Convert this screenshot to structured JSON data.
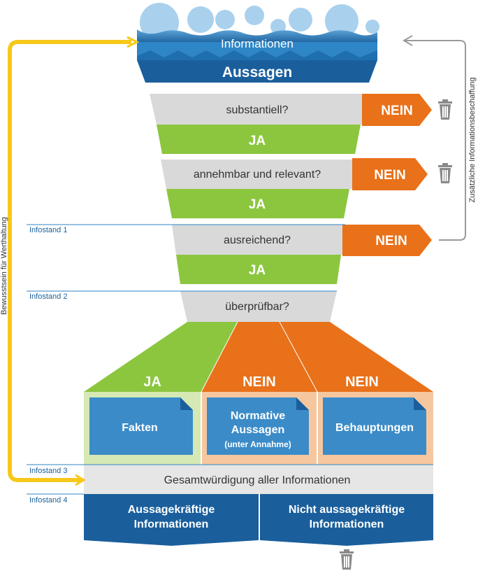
{
  "top": {
    "informationen": "Informationen",
    "aussagen": "Aussagen"
  },
  "side": {
    "left_label": "Bewusstsein für Werthaltung",
    "right_label": "Zusätzliche Informationsbeschaffung"
  },
  "infostand": {
    "s1": "Infostand 1",
    "s2": "Infostand 2",
    "s3": "Infostand 3",
    "s4": "Infostand 4"
  },
  "steps": {
    "q1": "substantiell?",
    "q2": "annehmbar und relevant?",
    "q3": "ausreichend?",
    "q4": "überprüfbar?",
    "ja": "JA",
    "nein": "NEIN"
  },
  "outcomes": {
    "fakten": "Fakten",
    "normative_line1": "Normative",
    "normative_line2": "Aussagen",
    "normative_sub": "(unter Annahme)",
    "behauptungen": "Behauptungen"
  },
  "final": {
    "gesamt": "Gesamtwürdigung aller Informationen",
    "left_line1": "Aussagekräftige",
    "left_line2": "Informationen",
    "right_line1": "Nicht aussagekräftige",
    "right_line2": "Informationen"
  },
  "colors": {
    "blue_dark": "#1a5f9c",
    "blue_mid": "#2f86c6",
    "blue_light": "#9fcbe8",
    "green": "#8cc63f",
    "green_light": "#d6e8b3",
    "orange": "#e8711a",
    "orange_light": "#f6c79f",
    "grey": "#d9d9d9",
    "yellow": "#f7c81a",
    "doc_blue": "#3b8bc8"
  },
  "icons": [
    "trash-icon",
    "arrow-icon",
    "document-icon"
  ]
}
